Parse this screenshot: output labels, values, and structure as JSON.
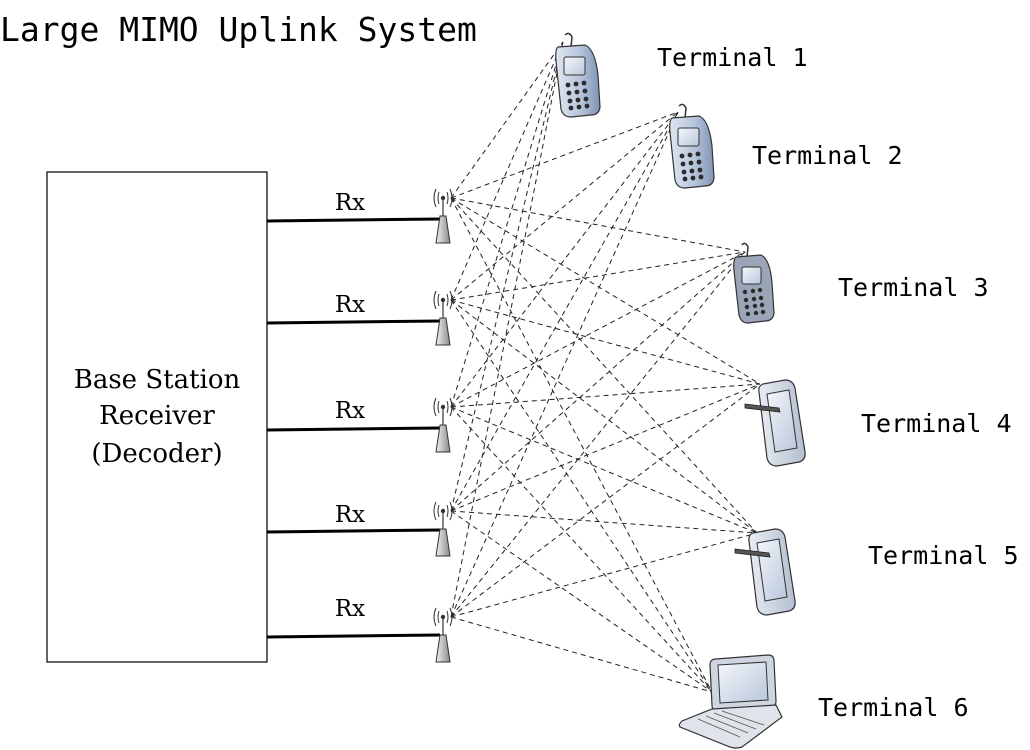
{
  "title": "Large MIMO Uplink System",
  "base_station": {
    "line1": "Base Station",
    "line2": "Receiver",
    "line3": "(Decoder)"
  },
  "antennas": [
    {
      "label": "Rx"
    },
    {
      "label": "Rx"
    },
    {
      "label": "Rx"
    },
    {
      "label": "Rx"
    },
    {
      "label": "Rx"
    }
  ],
  "terminals": [
    {
      "label": "Terminal 1",
      "device": "phone-icon"
    },
    {
      "label": "Terminal 2",
      "device": "phone-icon"
    },
    {
      "label": "Terminal 3",
      "device": "phone-icon"
    },
    {
      "label": "Terminal 4",
      "device": "tablet-icon"
    },
    {
      "label": "Terminal 5",
      "device": "tablet-icon"
    },
    {
      "label": "Terminal 6",
      "device": "laptop-icon"
    }
  ]
}
